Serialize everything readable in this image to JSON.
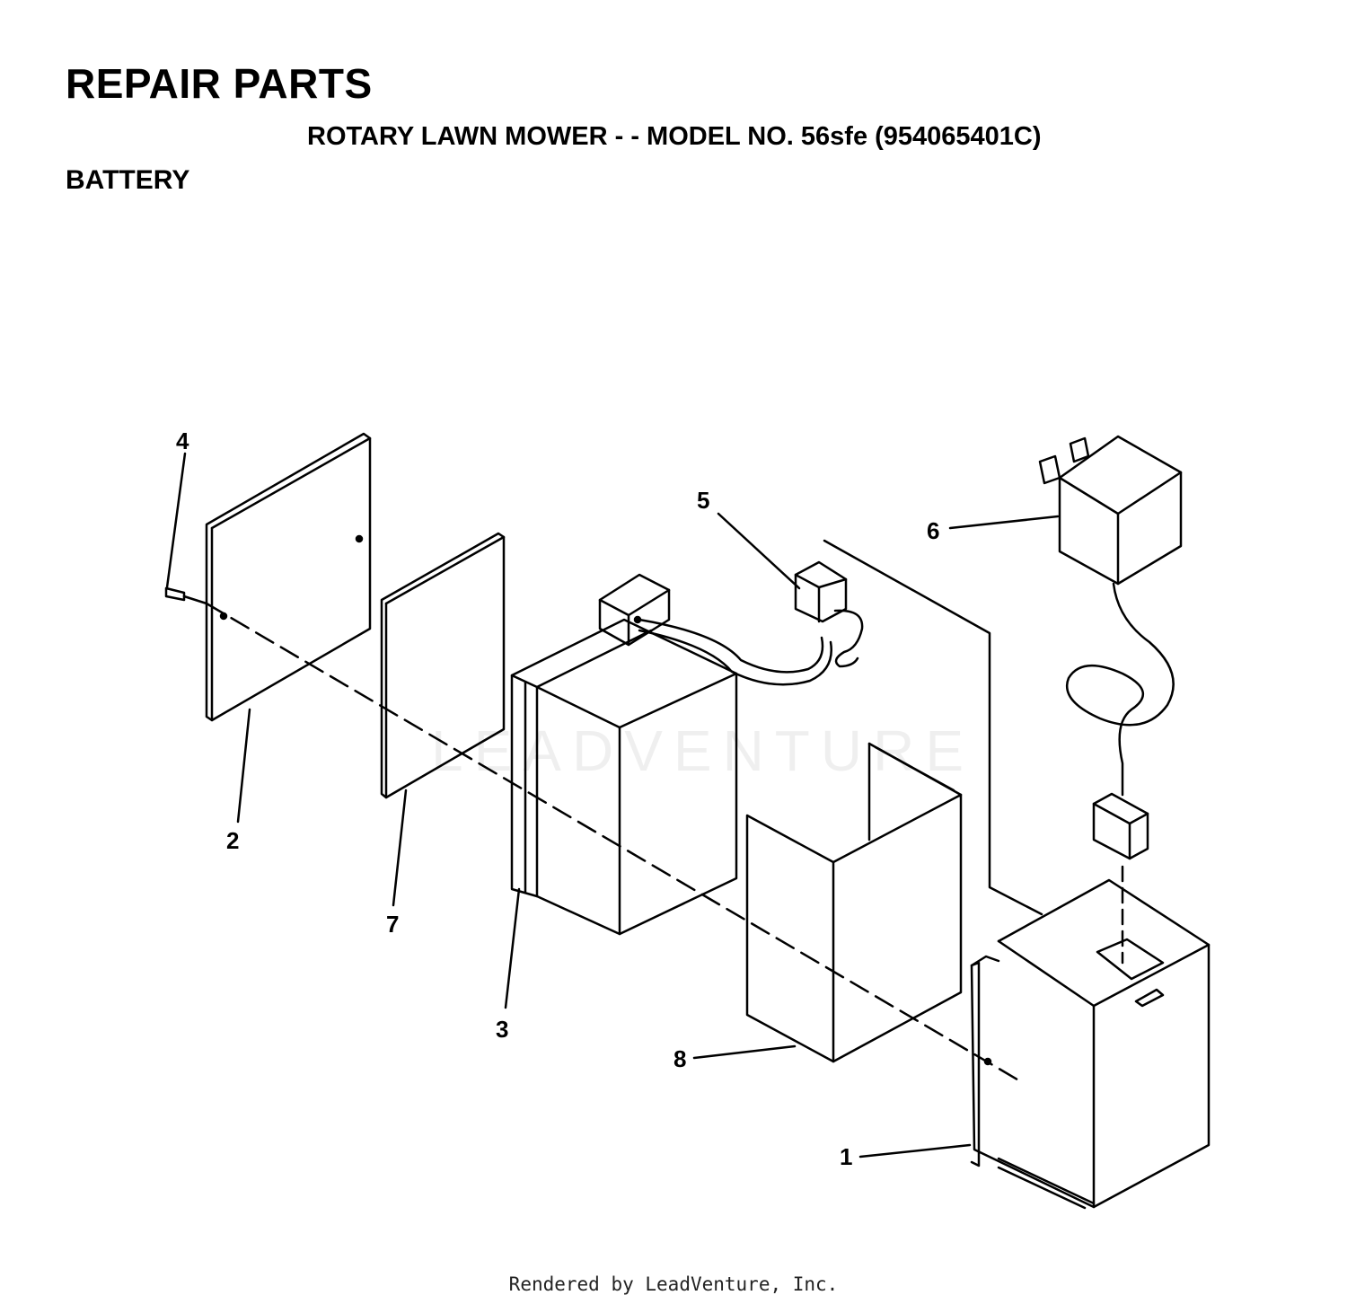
{
  "header": {
    "title": "REPAIR PARTS",
    "subtitle": "ROTARY LAWN MOWER - - MODEL NO. 56sfe (954065401C)",
    "section": "BATTERY"
  },
  "callouts": [
    "4",
    "5",
    "6",
    "2",
    "7",
    "3",
    "8",
    "1"
  ],
  "watermark": "LEADVENTURE",
  "footer": "Rendered by LeadVenture, Inc."
}
